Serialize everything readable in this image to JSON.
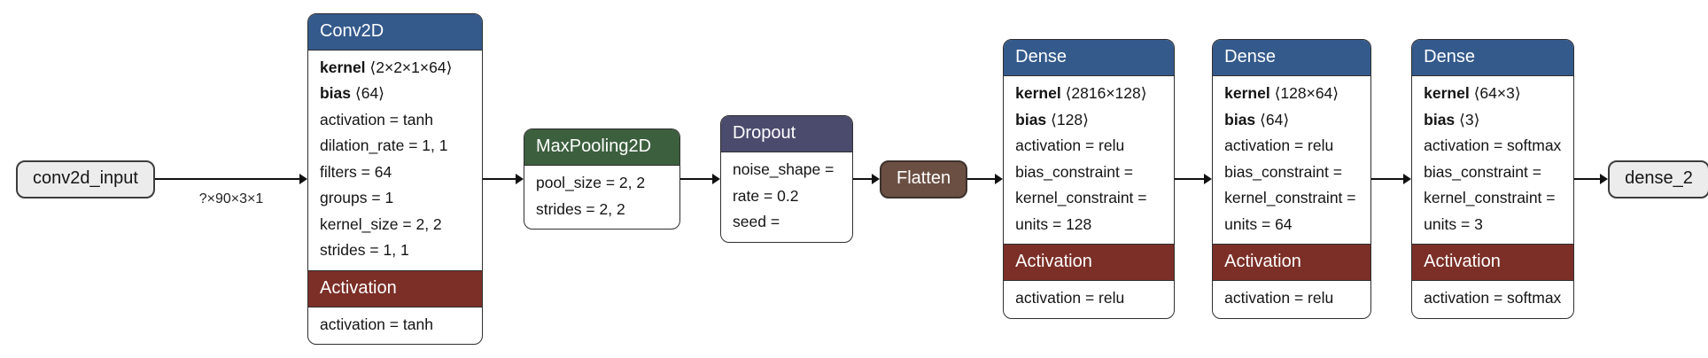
{
  "colors": {
    "layer_header_blue": "#345a8c",
    "pooling_header_green": "#3c5f3e",
    "dropout_header_slate": "#4b4b6e",
    "activation_header_maroon": "#7b2f27",
    "flatten_node_brown": "#6b4f43",
    "io_node_gray": "#ececec",
    "edge_black": "#111111"
  },
  "nodes": {
    "input": {
      "label": "conv2d_input"
    },
    "flatten": {
      "label": "Flatten"
    },
    "output": {
      "label": "dense_2"
    }
  },
  "edges": {
    "input_label": "?×90×3×1"
  },
  "blocks": {
    "conv2d": {
      "title": "Conv2D",
      "rows": [
        {
          "name": "kernel",
          "rest": "⟨2×2×1×64⟩"
        },
        {
          "name": "bias",
          "rest": "⟨64⟩"
        },
        {
          "name": "activation",
          "rest": "= tanh"
        },
        {
          "name": "dilation_rate",
          "rest": "= 1, 1"
        },
        {
          "name": "filters",
          "rest": "= 64"
        },
        {
          "name": "groups",
          "rest": "= 1"
        },
        {
          "name": "kernel_size",
          "rest": "= 2, 2"
        },
        {
          "name": "strides",
          "rest": "= 1, 1"
        }
      ],
      "sub_title": "Activation",
      "sub_rows": [
        {
          "name": "activation",
          "rest": "= tanh"
        }
      ]
    },
    "maxpool": {
      "title": "MaxPooling2D",
      "rows": [
        {
          "name": "pool_size",
          "rest": "= 2, 2"
        },
        {
          "name": "strides",
          "rest": "= 2, 2"
        }
      ]
    },
    "dropout": {
      "title": "Dropout",
      "rows": [
        {
          "name": "noise_shape",
          "rest": "="
        },
        {
          "name": "rate",
          "rest": "= 0.2"
        },
        {
          "name": "seed",
          "rest": "="
        }
      ]
    },
    "dense1": {
      "title": "Dense",
      "rows": [
        {
          "name": "kernel",
          "rest": "⟨2816×128⟩"
        },
        {
          "name": "bias",
          "rest": "⟨128⟩"
        },
        {
          "name": "activation",
          "rest": "= relu"
        },
        {
          "name": "bias_constraint",
          "rest": "="
        },
        {
          "name": "kernel_constraint",
          "rest": "="
        },
        {
          "name": "units",
          "rest": "= 128"
        }
      ],
      "sub_title": "Activation",
      "sub_rows": [
        {
          "name": "activation",
          "rest": "= relu"
        }
      ]
    },
    "dense2": {
      "title": "Dense",
      "rows": [
        {
          "name": "kernel",
          "rest": "⟨128×64⟩"
        },
        {
          "name": "bias",
          "rest": "⟨64⟩"
        },
        {
          "name": "activation",
          "rest": "= relu"
        },
        {
          "name": "bias_constraint",
          "rest": "="
        },
        {
          "name": "kernel_constraint",
          "rest": "="
        },
        {
          "name": "units",
          "rest": "= 64"
        }
      ],
      "sub_title": "Activation",
      "sub_rows": [
        {
          "name": "activation",
          "rest": "= relu"
        }
      ]
    },
    "dense3": {
      "title": "Dense",
      "rows": [
        {
          "name": "kernel",
          "rest": "⟨64×3⟩"
        },
        {
          "name": "bias",
          "rest": "⟨3⟩"
        },
        {
          "name": "activation",
          "rest": "= softmax"
        },
        {
          "name": "bias_constraint",
          "rest": "="
        },
        {
          "name": "kernel_constraint",
          "rest": "="
        },
        {
          "name": "units",
          "rest": "= 3"
        }
      ],
      "sub_title": "Activation",
      "sub_rows": [
        {
          "name": "activation",
          "rest": "= softmax"
        }
      ]
    }
  }
}
